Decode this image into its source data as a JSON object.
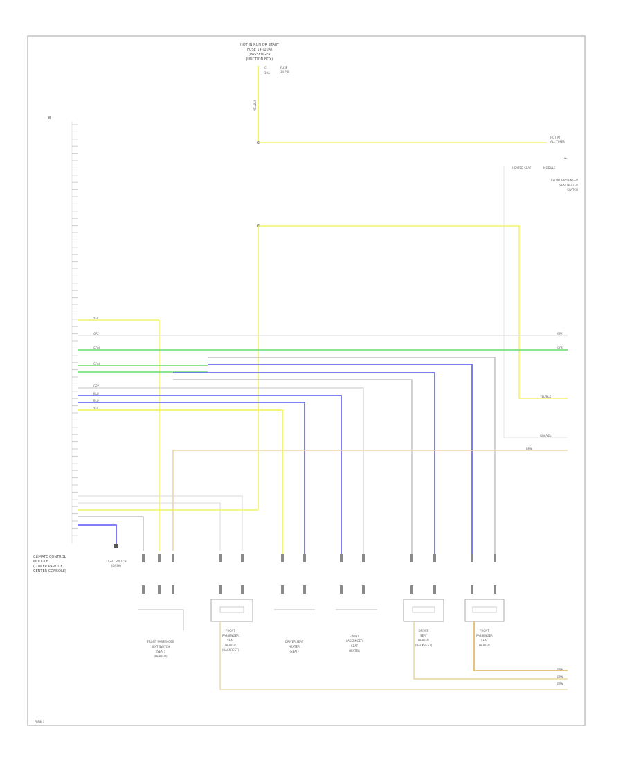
{
  "palette": {
    "yellow": "#f3f36a",
    "green": "#7be07b",
    "blue": "#6f6ff0",
    "gray": "#b4b4b4",
    "lightgray": "#d8d8d8",
    "tan": "#e2c47a",
    "frame": "#bdbdbd"
  },
  "labels": {
    "top_source": [
      "HOT IN RUN OR START",
      "FUSE 14 (10A)",
      "(PASSENGER",
      "JUNCTION BOX)"
    ],
    "top_fuse": [
      "C",
      "10A",
      "FUSE",
      "14 PJB"
    ],
    "top_fuse_wire": "YEL/BLK",
    "hot_ref": [
      "HOT AT",
      "ALL TIMES"
    ],
    "right_connector": [
      "HEATED SEAT",
      "MODULE"
    ],
    "right_module": [
      "FRONT PASSENGER",
      "SEAT HEATER",
      "SWITCH"
    ],
    "control_module": [
      "CLIMATE CONTROL",
      "MODULE",
      "(LOWER PART OF",
      "CENTER CONSOLE)"
    ],
    "light_switch": [
      "LIGHT SWITCH",
      "(DASH)"
    ],
    "comp_1": [
      "FRONT PASSENGER",
      "SEAT SWITCH",
      "(SEAT)",
      "(HEATED)"
    ],
    "comp_2": [
      "FRONT",
      "PASSENGER",
      "SEAT",
      "HEATER",
      "(BACKREST)"
    ],
    "comp_3": [
      "DRIVER SEAT",
      "HEATER",
      "(SEAT)"
    ],
    "comp_4": [
      "FRONT",
      "PASSENGER",
      "SEAT",
      "HEATER"
    ],
    "comp_5": [
      "DRIVER",
      "SEAT",
      "HEATER",
      "(BACKREST)"
    ],
    "comp_6": [
      "FRONT",
      "PASSENGER",
      "SEAT",
      "HEATER"
    ],
    "wire_tags": [
      "YEL",
      "GRY",
      "GRN",
      "GRN",
      "BLU",
      "BLU",
      "GRY",
      "YEL"
    ],
    "right_tags": [
      "GRY",
      "GRN",
      "YEL/BLK",
      "GRY/YEL",
      "BRN",
      "BRN",
      "BRN",
      "BRN"
    ],
    "page_ref": "PAGE 1"
  }
}
